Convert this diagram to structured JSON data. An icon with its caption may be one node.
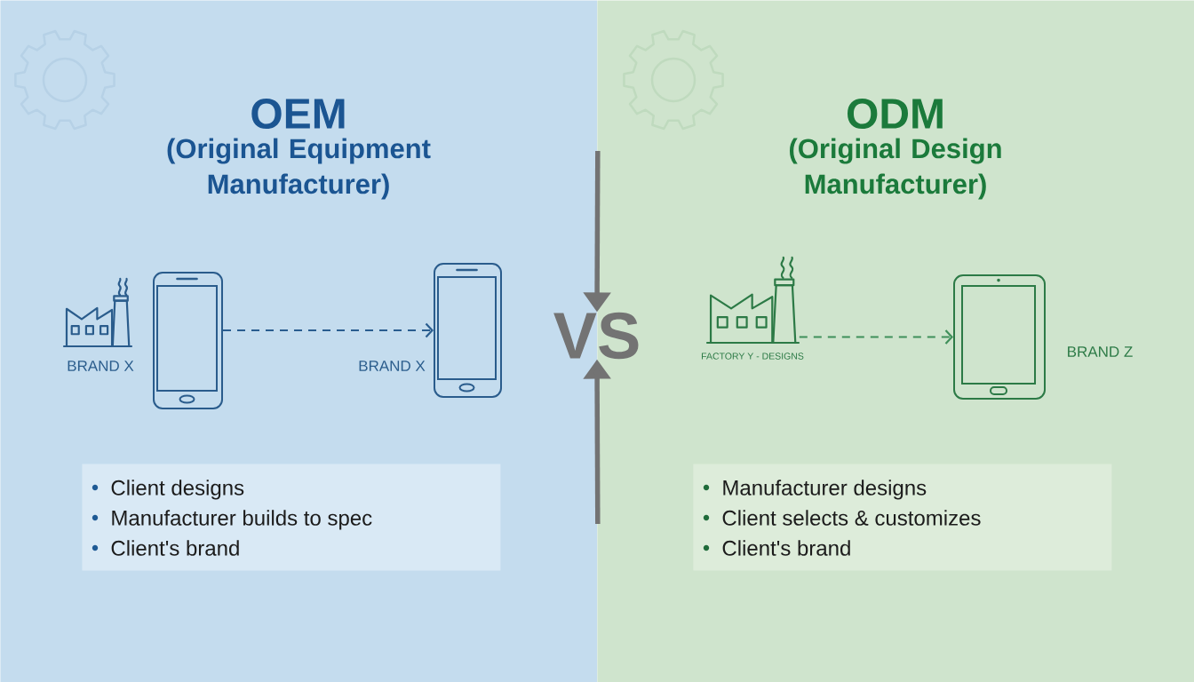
{
  "diagram": {
    "nodes": [
      {
        "text": [
          "OEM",
          "(Original Equipment Manufacturer)"
        ]
      },
      {
        "text": [],
        "shape": "picture",
        "beside": [
          "BRAND X"
        ],
        "in": 0
      },
      {
        "text": [],
        "shape": "picture",
        "in": 0
      },
      {
        "text": [],
        "shape": "picture",
        "beside": [
          "BRAND X"
        ],
        "in": 0
      },
      {
        "text": [
          "Client designs",
          "Manufacturer builds to spec",
          "Client's brand"
        ],
        "in": 0
      },
      {
        "text": [
          "VS"
        ]
      },
      {
        "text": [
          "ODM",
          "(Original Design Manufacturer)"
        ]
      },
      {
        "text": [],
        "shape": "picture",
        "beside": [
          "FACTORY Y - DESIGNS"
        ],
        "in": 6
      },
      {
        "text": [],
        "shape": "picture",
        "beside": [
          "BRAND Z"
        ],
        "in": 6
      },
      {
        "text": [
          "Manufacturer designs",
          "Client selects & customizes",
          "Client's brand"
        ],
        "in": 6
      }
    ],
    "edges": [
      {
        "from": 2,
        "to": 3,
        "arrow": "to",
        "style": "dashed",
        "color": "#2a5d8f"
      },
      {
        "from": 0,
        "to": 5,
        "arrow": "to",
        "style": "thick",
        "color": "#737373"
      },
      {
        "from": 0,
        "to": 5,
        "arrow": "to",
        "style": "thick",
        "color": "#737373"
      },
      {
        "from": 7,
        "to": 8,
        "arrow": "to",
        "style": "dashed",
        "color": "#3f8f5a"
      }
    ]
  }
}
